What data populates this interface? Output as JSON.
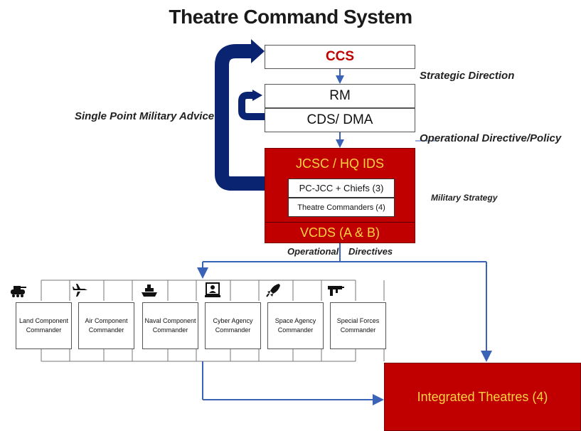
{
  "title": "Theatre Command System",
  "ccs": "CCS",
  "rm": "RM",
  "cds": "CDS/ DMA",
  "strategic_direction": "Strategic Direction",
  "operational_directive": "Operational Directive/Policy",
  "single_point_advice": "Single Point Military Advice",
  "jcsc": "JCSC / HQ IDS",
  "pc_jcc": "PC-JCC + Chiefs (3)",
  "theatre_commanders": "Theatre Commanders (4)",
  "military_strategy": "Military Strategy",
  "vcds": "VCDS (A & B)",
  "operational": "Operational",
  "directives": "Directives",
  "components": [
    {
      "label": "Land Component Commander",
      "icon": "tank-icon"
    },
    {
      "label": "Air Component Commander",
      "icon": "aircraft-icon"
    },
    {
      "label": "Naval Component Commander",
      "icon": "ship-icon"
    },
    {
      "label": "Cyber Agency Commander",
      "icon": "computer-user-icon"
    },
    {
      "label": "Space Agency Commander",
      "icon": "rocket-icon"
    },
    {
      "label": "Special Forces Commander",
      "icon": "gun-icon"
    }
  ],
  "integrated_theatres": "Integrated Theatres (4)",
  "colors": {
    "red": "#c00000",
    "yellow": "#ffd23f",
    "navy": "#0b2472",
    "blue": "#3a63b8"
  }
}
